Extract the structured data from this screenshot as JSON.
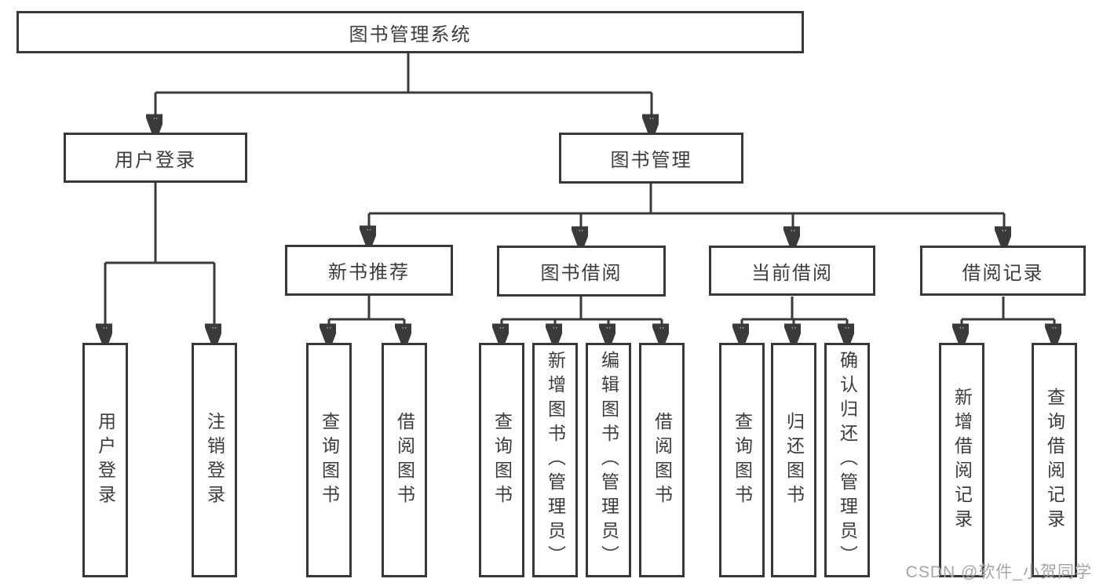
{
  "diagram": {
    "root": {
      "label": "图书管理系统"
    },
    "level2": [
      {
        "id": "user-login",
        "label": "用户登录"
      },
      {
        "id": "book-management",
        "label": "图书管理"
      }
    ],
    "level3": [
      {
        "id": "new-book-recommend",
        "label": "新书推荐",
        "parent": "图书管理"
      },
      {
        "id": "book-borrow",
        "label": "图书借阅",
        "parent": "图书管理"
      },
      {
        "id": "current-borrow",
        "label": "当前借阅",
        "parent": "图书管理"
      },
      {
        "id": "borrow-records",
        "label": "借阅记录",
        "parent": "图书管理"
      }
    ],
    "leaves": [
      {
        "label": "用户登录",
        "parent": "用户登录"
      },
      {
        "label": "注销登录",
        "parent": "用户登录"
      },
      {
        "label": "查询图书",
        "parent": "新书推荐"
      },
      {
        "label": "借阅图书",
        "parent": "新书推荐"
      },
      {
        "label": "查询图书",
        "parent": "图书借阅"
      },
      {
        "label": "新增图书（管理员）",
        "parent": "图书借阅"
      },
      {
        "label": "编辑图书（管理员）",
        "parent": "图书借阅"
      },
      {
        "label": "借阅图书",
        "parent": "图书借阅"
      },
      {
        "label": "查询图书",
        "parent": "当前借阅"
      },
      {
        "label": "归还图书",
        "parent": "当前借阅"
      },
      {
        "label": "确认归还（管理员）",
        "parent": "当前借阅"
      },
      {
        "label": "新增借阅记录",
        "parent": "借阅记录"
      },
      {
        "label": "查询借阅记录",
        "parent": "借阅记录"
      }
    ]
  },
  "watermark": {
    "text": "CSDN @软件_小贺同学"
  },
  "colors": {
    "line": "#3a3a3a",
    "border": "#383838",
    "text": "#3c3c3c",
    "background": "#ffffff",
    "watermark": "#a6a6a6"
  }
}
